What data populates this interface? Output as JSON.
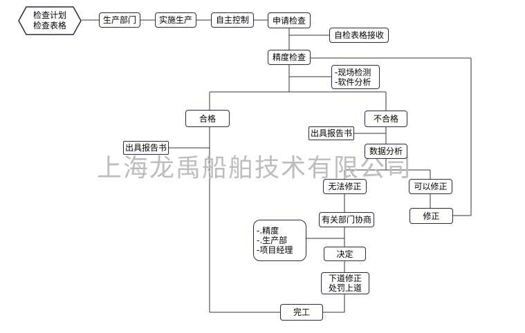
{
  "nodes": {
    "plan": [
      "检查计划",
      "检查表格"
    ],
    "production_dept": "生产部门",
    "implement_production": "实施生产",
    "self_control": "自主控制",
    "apply_inspection": "申请检查",
    "receive_form": "自检表格接收",
    "precision_inspection": "精度检查",
    "methods": [
      "-现场检测",
      "-软件分析"
    ],
    "qualified": "合格",
    "unqualified": "不合格",
    "report_right": "出具报告书",
    "report_left": "出具报告书",
    "data_analysis": "数据分析",
    "cannot_correct": "无法修正",
    "can_correct": "可以修正",
    "correct": "修正",
    "dept_consult": "有关部门协商",
    "parties": [
      "-.精度",
      "-.生产部",
      "-项目经理"
    ],
    "decision": "决定",
    "penalty": [
      "下道修正",
      "处罚上道"
    ],
    "complete": "完工"
  },
  "watermark": "上海龙禹船舶技术有限公司"
}
